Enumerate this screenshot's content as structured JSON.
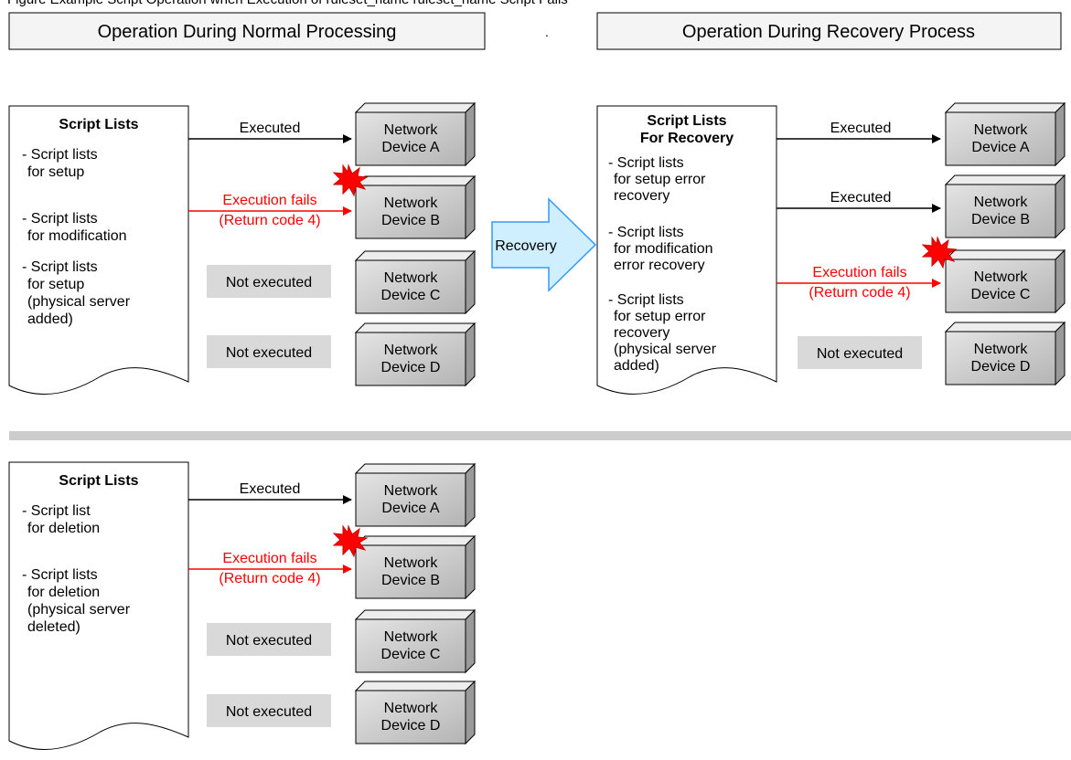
{
  "caption": "Figure Example Script Operation when Execution of ruleset_name ruleset_name Script Fails",
  "headers": {
    "normal": "Operation During Normal Processing",
    "recovery": "Operation During Recovery Process"
  },
  "recovery_arrow_label": "Recovery",
  "panels": {
    "normal": {
      "title": "Script Lists",
      "items": [
        [
          "- Script lists",
          "for setup"
        ],
        [
          "- Script lists",
          "for modification"
        ],
        [
          "- Script lists",
          "for setup",
          "(physical server",
          "added)"
        ]
      ],
      "rows": [
        {
          "status": "Executed",
          "device": [
            "Network",
            "Device A"
          ]
        },
        {
          "status": [
            "Execution fails",
            "(Return code 4)"
          ],
          "device": [
            "Network",
            "Device B"
          ]
        },
        {
          "status": "Not executed",
          "device": [
            "Network",
            "Device C"
          ]
        },
        {
          "status": "Not executed",
          "device": [
            "Network",
            "Device D"
          ]
        }
      ]
    },
    "recovery": {
      "title": [
        "Script Lists",
        "For Recovery"
      ],
      "items": [
        [
          "- Script lists",
          "for setup error",
          "recovery"
        ],
        [
          "- Script lists",
          "for modification",
          "error recovery"
        ],
        [
          "- Script lists",
          "for setup error",
          "recovery",
          "(physical server",
          "added)"
        ]
      ],
      "rows": [
        {
          "status": "Executed",
          "device": [
            "Network",
            "Device A"
          ]
        },
        {
          "status": "Executed",
          "device": [
            "Network",
            "Device B"
          ]
        },
        {
          "status": [
            "Execution fails",
            "(Return code 4)"
          ],
          "device": [
            "Network",
            "Device C"
          ]
        },
        {
          "status": "Not executed",
          "device": [
            "Network",
            "Device D"
          ]
        }
      ]
    },
    "deletion": {
      "title": "Script Lists",
      "items": [
        [
          "- Script list",
          "for deletion"
        ],
        [
          "- Script lists",
          "for deletion",
          "(physical server",
          "deleted)"
        ]
      ],
      "rows": [
        {
          "status": "Executed",
          "device": [
            "Network",
            "Device A"
          ]
        },
        {
          "status": [
            "Execution fails",
            "(Return code 4)"
          ],
          "device": [
            "Network",
            "Device B"
          ]
        },
        {
          "status": "Not executed",
          "device": [
            "Network",
            "Device C"
          ]
        },
        {
          "status": "Not executed",
          "device": [
            "Network",
            "Device D"
          ]
        }
      ]
    }
  },
  "colors": {
    "error": "#ff0000",
    "device_face": "#c8c8c8",
    "not_executed_bg": "#d9d9d9",
    "divider": "#cccccc",
    "recovery_arrow_fill": "#cfefff",
    "recovery_arrow_stroke": "#3399ff"
  }
}
